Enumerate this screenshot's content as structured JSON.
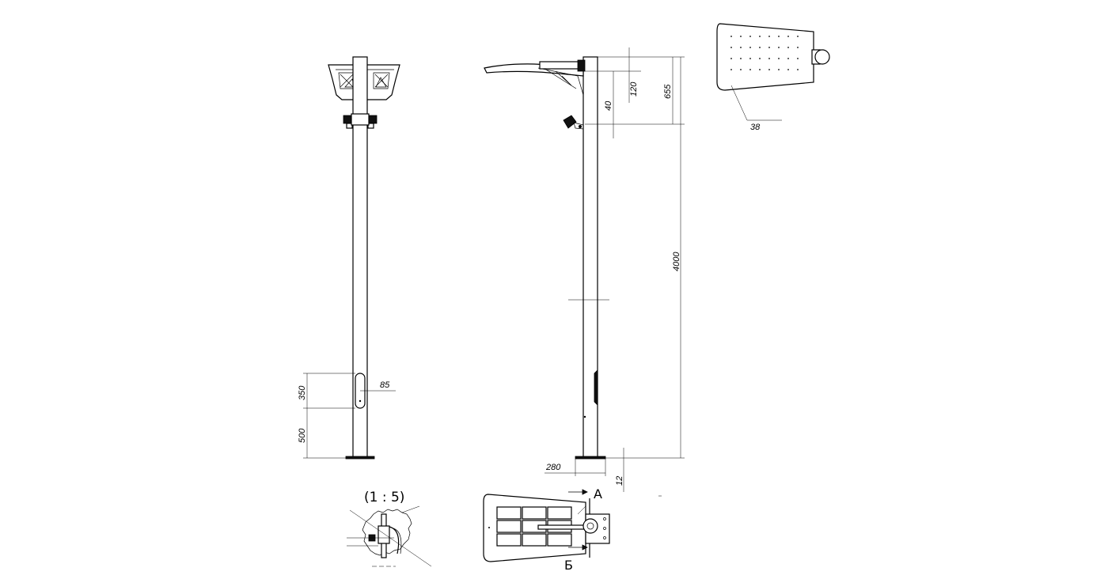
{
  "dimensions": {
    "d655": "655",
    "d120": "120",
    "d40": "40",
    "d4000": "4000",
    "d38": "38",
    "d350": "350",
    "d85": "85",
    "d500": "500",
    "d280": "280",
    "d12": "12"
  },
  "labels": {
    "scale": "(1 : 5)",
    "section_a": "А",
    "section_b": "Б"
  }
}
